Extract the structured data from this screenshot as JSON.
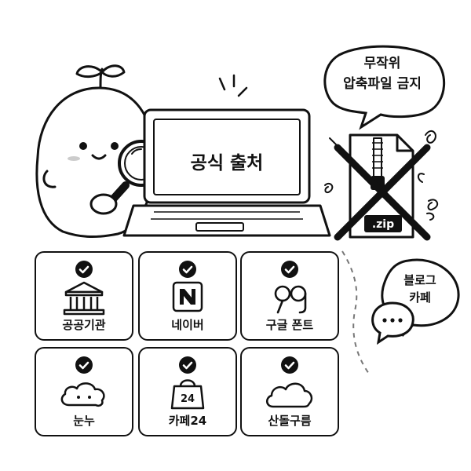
{
  "laptop": {
    "screen_title": "공식 출처"
  },
  "bubble_top": {
    "line1": "무작위",
    "line2": "압축파일 금지"
  },
  "bubble_right": {
    "line1": "블로그",
    "line2": "카페"
  },
  "zip_file": {
    "label": ".zip"
  },
  "sources": [
    {
      "name": "공공기관",
      "icon": "bank-icon"
    },
    {
      "name": "네이버",
      "icon": "naver-logo-icon"
    },
    {
      "name": "구글 폰트",
      "icon": "google-fonts-icon"
    },
    {
      "name": "눈누",
      "icon": "cloud-icon"
    },
    {
      "name": "카페24",
      "icon": "shopping-bag-24-icon"
    },
    {
      "name": "산돌구름",
      "icon": "cloud-outline-icon"
    }
  ],
  "colors": {
    "ink": "#111111",
    "paper": "#ffffff"
  }
}
